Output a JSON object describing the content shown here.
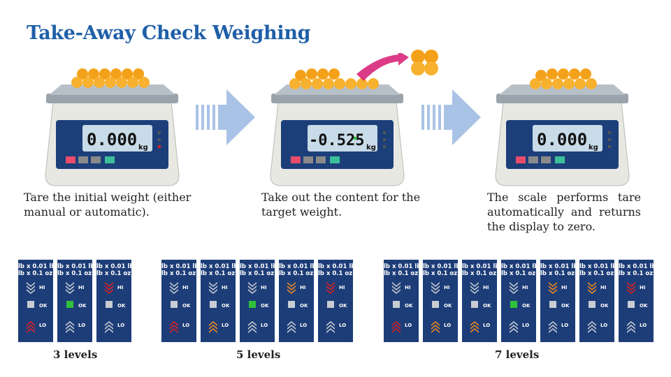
{
  "title": "Take-Away Check Weighing",
  "steps": [
    {
      "display": "0.000",
      "unit": "kg",
      "caption": "Tare the initial weight (either manual or automatic)."
    },
    {
      "display": "-0.525",
      "unit": "kg",
      "caption": "Take out the content for the target weight."
    },
    {
      "display": "0.000",
      "unit": "kg",
      "caption": "The scale performs tare automatically and returns the display to zero."
    }
  ],
  "indicator": {
    "unit_line1": "lb x 0.01 lb",
    "unit_line2": "lb x 0.1 oz",
    "hi_label": "HI",
    "ok_label": "OK",
    "lo_label": "LO"
  },
  "groups": [
    {
      "label": "3 levels",
      "lit": [
        "lo-1",
        "ok",
        "hi-1"
      ]
    },
    {
      "label": "5 levels",
      "lit": [
        "lo-1",
        "lo-2",
        "ok",
        "hi-2",
        "hi-1"
      ]
    },
    {
      "label": "7 levels",
      "lit": [
        "lo-1",
        "lo-2",
        "lo-3",
        "ok",
        "hi-3",
        "hi-2",
        "hi-1"
      ]
    }
  ],
  "colors": {
    "title": "#1f5fa8",
    "indicator_bg": "#1d3d78",
    "red": "#e02020",
    "orange": "#f08a1c",
    "green": "#2fc23a",
    "arrow": "#a9c3e6",
    "highlight_arrow": "#d8277a",
    "ball": "#f4a11a"
  }
}
